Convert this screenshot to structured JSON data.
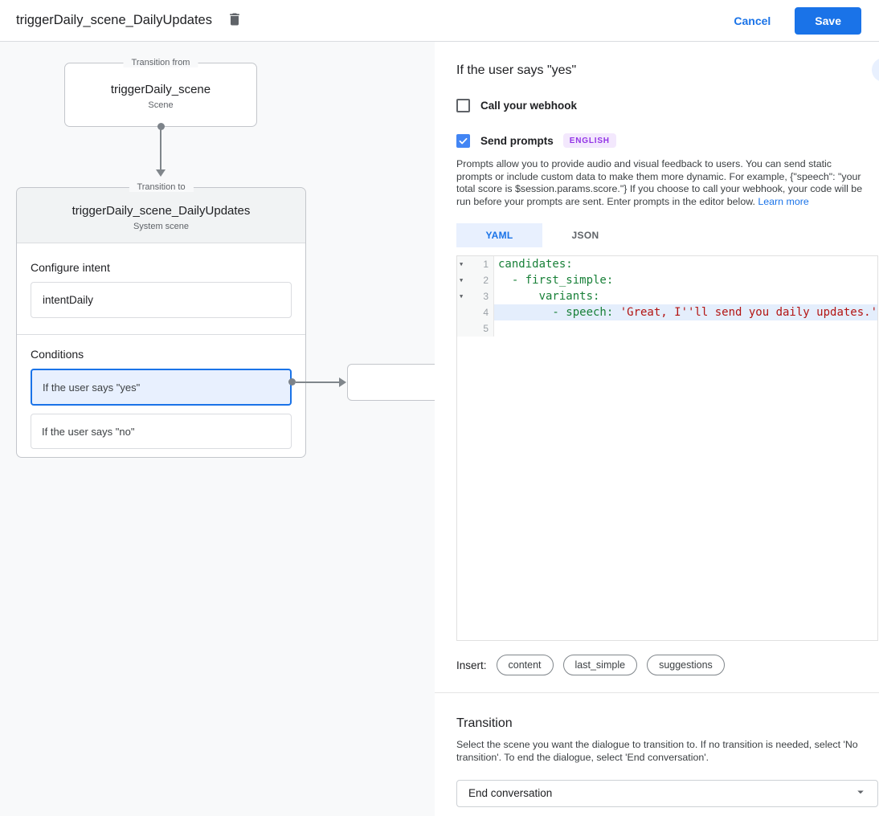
{
  "header": {
    "title": "triggerDaily_scene_DailyUpdates",
    "cancel_label": "Cancel",
    "save_label": "Save"
  },
  "flow": {
    "from_box": {
      "legend": "Transition from",
      "title": "triggerDaily_scene",
      "subtitle": "Scene"
    },
    "to_box": {
      "legend": "Transition to",
      "title": "triggerDaily_scene_DailyUpdates",
      "subtitle": "System scene",
      "configure_intent_label": "Configure intent",
      "intent_value": "intentDaily",
      "conditions_label": "Conditions",
      "conditions": [
        {
          "label": "If the user says \"yes\"",
          "selected": true
        },
        {
          "label": "If the user says \"no\"",
          "selected": false
        }
      ]
    }
  },
  "detail": {
    "heading": "If the user says \"yes\"",
    "webhook": {
      "label": "Call your webhook",
      "checked": false
    },
    "send_prompts": {
      "label": "Send prompts",
      "checked": true,
      "badge": "ENGLISH"
    },
    "description": "Prompts allow you to provide audio and visual feedback to users. You can send static prompts or include custom data to make them more dynamic. For example, {\"speech\": \"your total score is $session.params.score.\"} If you choose to call your webhook, your code will be run before your prompts are sent. Enter prompts in the editor below.",
    "learn_more_label": "Learn more",
    "tabs": [
      {
        "label": "YAML",
        "active": true
      },
      {
        "label": "JSON",
        "active": false
      }
    ],
    "editor": {
      "lines": [
        {
          "num": "1",
          "fold": true,
          "highlight": false,
          "segments": [
            {
              "text": "candidates:",
              "type": "key"
            }
          ]
        },
        {
          "num": "2",
          "fold": true,
          "highlight": false,
          "segments": [
            {
              "text": "  - first_simple:",
              "type": "key"
            }
          ]
        },
        {
          "num": "3",
          "fold": true,
          "highlight": false,
          "segments": [
            {
              "text": "      variants:",
              "type": "key"
            }
          ]
        },
        {
          "num": "4",
          "fold": false,
          "highlight": true,
          "segments": [
            {
              "text": "        - speech: ",
              "type": "key"
            },
            {
              "text": "'Great, I''ll send you daily updates.'",
              "type": "string"
            }
          ]
        },
        {
          "num": "5",
          "fold": false,
          "highlight": false,
          "segments": []
        }
      ]
    },
    "insert": {
      "label": "Insert:",
      "chips": [
        "content",
        "last_simple",
        "suggestions"
      ]
    },
    "transition": {
      "heading": "Transition",
      "description": "Select the scene you want the dialogue to transition to. If no transition is needed, select 'No transition'. To end the dialogue, select 'End conversation'.",
      "selected_value": "End conversation"
    }
  },
  "colors": {
    "accent_blue": "#1a73e8",
    "selected_condition_bg": "#e8f0fe",
    "badge_bg": "#f3e8fd",
    "badge_text": "#9334e6",
    "code_key": "#188038",
    "code_string": "#b31412",
    "code_highlight": "#e4eefc",
    "canvas_bg": "#f8f9fa"
  }
}
